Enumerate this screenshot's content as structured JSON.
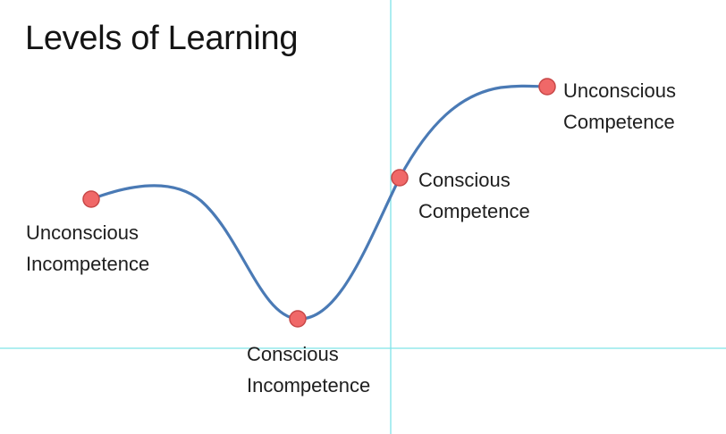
{
  "title": "Levels of Learning",
  "stages": [
    {
      "line1": "Unconscious",
      "line2": "Incompetence"
    },
    {
      "line1": "Conscious",
      "line2": "Incompetence"
    },
    {
      "line1": "Conscious",
      "line2": "Competence"
    },
    {
      "line1": "Unconscious",
      "line2": "Competence"
    }
  ],
  "colors": {
    "curve": "#4a7ab5",
    "point_fill": "#f06868",
    "point_stroke": "#c84848",
    "guide_lines": "#7fe3e8",
    "text": "#1e1e1e"
  }
}
